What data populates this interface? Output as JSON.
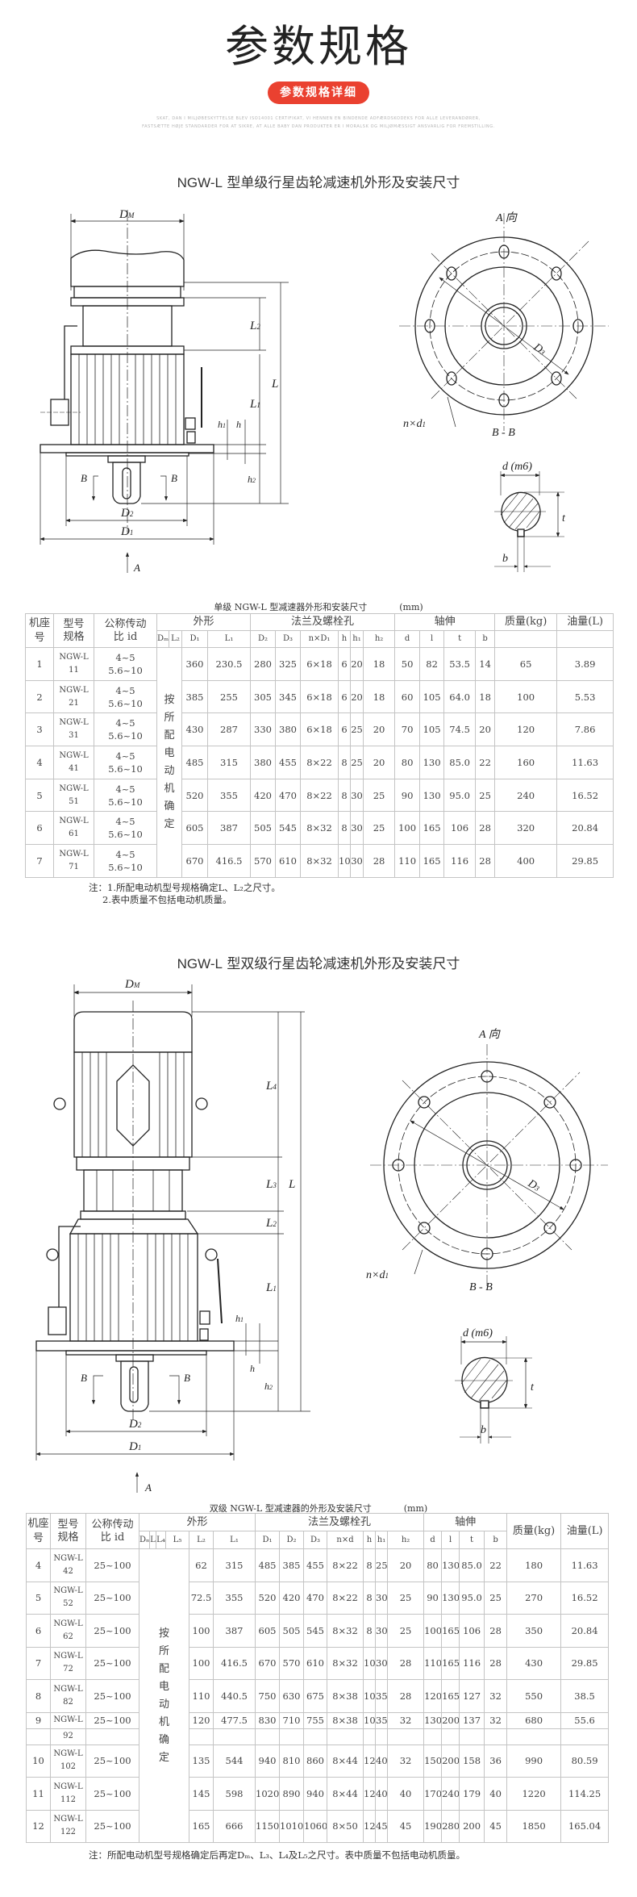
{
  "header": {
    "title": "参数规格",
    "button_label": "参数规格详细",
    "fine_print": [
      "SKAT, DAN I MILJØBESKYTTELSE BLEV ISO14001 CERTIFIKAT, VI HENNEN EN BINDENDE ADFÆRDSKODEKS FOR ALLE LEVERANDØRER,",
      "FASTSÆTTE HØJE STANDARDER FOR AT SIKRE, AT ALLE BABY DAN PRODUKTER ER I MORALSK OG MILJØMÆSSIGT ANSVARLIG FOR FREMSTILLING."
    ],
    "accent_color": "#ea4130"
  },
  "section1": {
    "title_prefix": "NGW-L",
    "title_rest": " 型单级行星齿轮减速机外形及安装尺寸",
    "drawing": {
      "dm": "D",
      "dm_sub": "M",
      "l": "L",
      "l1": "L",
      "l1_sub": "1",
      "l2": "L",
      "l2_sub": "2",
      "h": "h",
      "h1": "h",
      "h1_sub": "1",
      "h2": "h",
      "h2_sub": "2",
      "b_left": "B",
      "b_right": "B",
      "d2": "D",
      "d2_sub": "2",
      "d1": "D",
      "d1_sub": "1",
      "a": "A",
      "a_view": "A 向",
      "bb": "B - B",
      "d3": "D",
      "d3_sub": "3",
      "nxd1": "n×d",
      "nxd1_sub": "1",
      "dm6": "d (m6)",
      "t": "t",
      "b": "b"
    }
  },
  "table1": {
    "caption": "单级 NGW-L 型减速器外形和安装尺寸",
    "unit": "(mm)",
    "groups": [
      "机座号",
      "型号规格",
      "公称传动比id",
      "外形",
      "法兰及螺栓孔",
      "轴伸",
      "质量(kg)",
      "油量(L)"
    ],
    "group_lines": [
      [
        "机座",
        "号"
      ],
      [
        "型号",
        "规格"
      ],
      [
        "公称传动",
        "比 id"
      ]
    ],
    "sub": [
      "Dₘ",
      "L₂",
      "D₁",
      "L₁",
      "D₂",
      "D₃",
      "n×D₁",
      "h",
      "h₁",
      "h₂",
      "d",
      "l",
      "t",
      "b"
    ],
    "merged": "按所配电动机确定",
    "rows": [
      {
        "no": "1",
        "model": [
          "NGW-L",
          "11"
        ],
        "ratio": [
          "4~5",
          "5.6~10"
        ],
        "values": [
          "360",
          "230.5",
          "280",
          "325",
          "6×18",
          "6",
          "20",
          "18",
          "50",
          "82",
          "53.5",
          "14",
          "65",
          "3.89"
        ]
      },
      {
        "no": "2",
        "model": [
          "NGW-L",
          "21"
        ],
        "ratio": [
          "4~5",
          "5.6~10"
        ],
        "values": [
          "385",
          "255",
          "305",
          "345",
          "6×18",
          "6",
          "20",
          "18",
          "60",
          "105",
          "64.0",
          "18",
          "100",
          "5.53"
        ]
      },
      {
        "no": "3",
        "model": [
          "NGW-L",
          "31"
        ],
        "ratio": [
          "4~5",
          "5.6~10"
        ],
        "values": [
          "430",
          "287",
          "330",
          "380",
          "6×18",
          "6",
          "25",
          "20",
          "70",
          "105",
          "74.5",
          "20",
          "120",
          "7.86"
        ]
      },
      {
        "no": "4",
        "model": [
          "NGW-L",
          "41"
        ],
        "ratio": [
          "4~5",
          "5.6~10"
        ],
        "values": [
          "485",
          "315",
          "380",
          "455",
          "8×22",
          "8",
          "25",
          "20",
          "80",
          "130",
          "85.0",
          "22",
          "160",
          "11.63"
        ]
      },
      {
        "no": "5",
        "model": [
          "NGW-L",
          "51"
        ],
        "ratio": [
          "4~5",
          "5.6~10"
        ],
        "values": [
          "520",
          "355",
          "420",
          "470",
          "8×22",
          "8",
          "30",
          "25",
          "90",
          "130",
          "95.0",
          "25",
          "240",
          "16.52"
        ]
      },
      {
        "no": "6",
        "model": [
          "NGW-L",
          "61"
        ],
        "ratio": [
          "4~5",
          "5.6~10"
        ],
        "values": [
          "605",
          "387",
          "505",
          "545",
          "8×32",
          "8",
          "30",
          "25",
          "100",
          "165",
          "106",
          "28",
          "320",
          "20.84"
        ]
      },
      {
        "no": "7",
        "model": [
          "NGW-L",
          "71"
        ],
        "ratio": [
          "4~5",
          "5.6~10"
        ],
        "values": [
          "670",
          "416.5",
          "570",
          "610",
          "8×32",
          "10",
          "30",
          "28",
          "110",
          "165",
          "116",
          "28",
          "400",
          "29.85"
        ]
      }
    ],
    "notes": [
      "注：1.所配电动机型号规格确定L、L₂之尺寸。",
      "2.表中质量不包括电动机质量。"
    ]
  },
  "section2": {
    "title_prefix": "NGW-L",
    "title_rest": " 型双级行星齿轮减速机外形及安装尺寸",
    "drawing": {
      "dm": "D",
      "dm_sub": "M",
      "l": "L",
      "l1": "L",
      "l1_sub": "1",
      "l2": "L",
      "l2_sub": "2",
      "l3": "L",
      "l3_sub": "3",
      "l4": "L",
      "l4_sub": "4",
      "h": "h",
      "h1": "h",
      "h1_sub": "1",
      "h2": "h",
      "h2_sub": "2",
      "b_left": "B",
      "b_right": "B",
      "d2": "D",
      "d2_sub": "2",
      "d1": "D",
      "d1_sub": "1",
      "a": "A",
      "a_view": "A 向",
      "bb": "B - B",
      "d3": "D",
      "d3_sub": "3",
      "nxd1": "n×d",
      "nxd1_sub": "1",
      "dm6": "d (m6)",
      "t": "t",
      "b": "b"
    }
  },
  "table2": {
    "caption": "双级 NGW-L 型减速器的外形及安装尺寸",
    "unit": "(mm)",
    "groups": [
      "机座号",
      "型号规格",
      "公称传动比id",
      "外形",
      "法兰及螺栓孔",
      "轴伸",
      "质量(kg)",
      "油量(L)"
    ],
    "group_lines": [
      [
        "机座",
        "号"
      ],
      [
        "型号",
        "规格"
      ],
      [
        "公称传动",
        "比 id"
      ]
    ],
    "sub": [
      "Dₘ",
      "L",
      "L₄",
      "L₅",
      "L₂",
      "L₁",
      "D₁",
      "D₂",
      "D₃",
      "n×d",
      "h",
      "h₁",
      "h₂",
      "d",
      "l",
      "t",
      "b"
    ],
    "merged": "按所配电动机确定",
    "rows": [
      {
        "no": "4",
        "model": [
          "NGW-L",
          "42"
        ],
        "ratio": "25~100",
        "values": [
          "62",
          "315",
          "485",
          "385",
          "455",
          "8×22",
          "8",
          "25",
          "20",
          "80",
          "130",
          "85.0",
          "22",
          "180",
          "11.63"
        ]
      },
      {
        "no": "5",
        "model": [
          "NGW-L",
          "52"
        ],
        "ratio": "25~100",
        "values": [
          "72.5",
          "355",
          "520",
          "420",
          "470",
          "8×22",
          "8",
          "30",
          "25",
          "90",
          "130",
          "95.0",
          "25",
          "270",
          "16.52"
        ]
      },
      {
        "no": "6",
        "model": [
          "NGW-L",
          "62"
        ],
        "ratio": "25~100",
        "values": [
          "100",
          "387",
          "605",
          "505",
          "545",
          "8×32",
          "8",
          "30",
          "25",
          "100",
          "165",
          "106",
          "28",
          "350",
          "20.84"
        ]
      },
      {
        "no": "7",
        "model": [
          "NGW-L",
          "72"
        ],
        "ratio": "25~100",
        "values": [
          "100",
          "416.5",
          "670",
          "570",
          "610",
          "8×32",
          "10",
          "30",
          "28",
          "110",
          "165",
          "116",
          "28",
          "430",
          "29.85"
        ]
      },
      {
        "no": "8",
        "model": [
          "NGW-L",
          "82"
        ],
        "ratio": "25~100",
        "values": [
          "110",
          "440.5",
          "750",
          "630",
          "675",
          "8×38",
          "10",
          "35",
          "28",
          "120",
          "165",
          "127",
          "32",
          "550",
          "38.5"
        ]
      },
      {
        "no": "9",
        "model": [
          "NGW-L"
        ],
        "ratio": "25~100",
        "values": [
          "120",
          "477.5",
          "830",
          "710",
          "755",
          "8×38",
          "10",
          "35",
          "32",
          "130",
          "200",
          "137",
          "32",
          "680",
          "55.6"
        ],
        "short": true
      },
      {
        "no": "",
        "model": [
          "92"
        ],
        "ratio": "",
        "values": [
          "",
          "",
          "",
          "",
          "",
          "",
          "",
          "",
          "",
          "",
          "",
          "",
          "",
          "",
          ""
        ],
        "short": true
      },
      {
        "no": "10",
        "model": [
          "NGW-L",
          "102"
        ],
        "ratio": "25~100",
        "values": [
          "135",
          "544",
          "940",
          "810",
          "860",
          "8×44",
          "12",
          "40",
          "32",
          "150",
          "200",
          "158",
          "36",
          "990",
          "80.59"
        ]
      },
      {
        "no": "11",
        "model": [
          "NGW-L",
          "112"
        ],
        "ratio": "25~100",
        "values": [
          "145",
          "598",
          "1020",
          "890",
          "940",
          "8×44",
          "12",
          "40",
          "40",
          "170",
          "240",
          "179",
          "40",
          "1220",
          "114.25"
        ]
      },
      {
        "no": "12",
        "model": [
          "NGW-L",
          "122"
        ],
        "ratio": "25~100",
        "values": [
          "165",
          "666",
          "1150",
          "1010",
          "1060",
          "8×50",
          "12",
          "45",
          "45",
          "190",
          "280",
          "200",
          "45",
          "1850",
          "165.04"
        ]
      }
    ],
    "notes": [
      "注：所配电动机型号规格确定后再定Dₘ、L₃、L₄及L₅之尺寸。表中质量不包括电动机质量。"
    ]
  }
}
